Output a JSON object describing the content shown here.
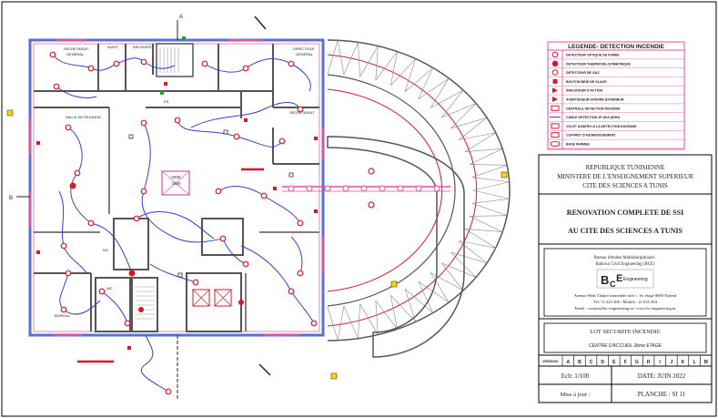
{
  "room_labels": {
    "secretariat_general": [
      "SECRETARIAT",
      "GENERAL"
    ],
    "audit": "AUDIT",
    "archives": "ARCHIVES",
    "directeur_general": [
      "DIRECTEUR",
      "GENERAL"
    ],
    "secretariat": "SECRETARIAT",
    "salle_de_reunion": "SALLE DE REUNION",
    "vide_sur": [
      "VIDE",
      "SUR"
    ],
    "bureau": "BUREAU",
    "section_a": "A",
    "section_b": "B",
    "wc": "WC",
    "es": "ES",
    "no": "NO"
  },
  "legend": {
    "title": "LEGENDE- DETECTION INCENDIE",
    "items": [
      {
        "label": "DETECTEUR OPTIQUE DE FUMEE",
        "icon": "optical-smoke-detector-icon"
      },
      {
        "label": "DETECTEUR THERMOVELOCIMETRIQUE",
        "icon": "thermal-detector-icon"
      },
      {
        "label": "DETECTEUR DE GAZ",
        "icon": "gas-detector-icon"
      },
      {
        "label": "BOUTON BRIS DE GLACE",
        "icon": "break-glass-icon"
      },
      {
        "label": "INDICATEUR D'ACTION",
        "icon": "action-indicator-icon"
      },
      {
        "label": "AVERTISSEUR SONORE EXTERIEUR",
        "icon": "external-siren-icon"
      },
      {
        "label": "CENTRALE DETECTION INCENDIE",
        "icon": "fire-panel-icon"
      },
      {
        "label": "CABLE DETECTION 2P-8/10 (DHH)",
        "icon": "cable-line-icon"
      },
      {
        "label": "VOLET ASSERVI A LA DETECTION INCENDIE",
        "icon": "damper-icon"
      },
      {
        "label": "COFFRET D'ASSERVISSEMENT",
        "icon": "control-box-icon"
      },
      {
        "label": "BASE FERMEE",
        "icon": "closed-base-icon"
      }
    ]
  },
  "title_block": {
    "org_line1": "REPUBLIQUE TUNISIENNE",
    "org_line2": "MINISTERE DE L'ENSEIGNEMENT SUPERIEUR",
    "org_line3": "CITE DES SCIENCES A TUNIS",
    "project_line1": "RENOVATION COMPLETE DE SSI",
    "project_line2": "AU CITE DES SCIENCES A TUNIS",
    "bureau_line1": "Bureau d'études Multidisciplinaire :",
    "bureau_line2": "Bahrour Civil Engineering (BCE)",
    "logo_b": "B",
    "logo_c": "C",
    "logo_e": "E",
    "logo_text": "Engineering",
    "address": "Avenue Hedi Chaker immeuble info+, 1er étage 8000 Nabeul",
    "tel": "Tel: 72 223 306 / Mobile : 21 025 494",
    "email": "Email : contact@bc-engineering.tn / www.bc-engineering.tn",
    "lot": "LOT SECURITE INCENDIE",
    "phase": "CENTRE D'ACCUEIL 2ème ETAGE",
    "version_label": "VERSION",
    "versions": [
      "A",
      "B",
      "C",
      "D",
      "E",
      "F",
      "G",
      "H",
      "I",
      "J",
      "K",
      "L",
      "M"
    ],
    "scale": "Ech: 1/100",
    "date": "DATE: JUIN 2022",
    "update_label": "Mise à jour :",
    "sheet": "PLANCHE : SI 11"
  },
  "colors": {
    "wall": "#555555",
    "outer_wall": "#5a6fd6",
    "pink": "#e0529c",
    "red": "#d8182a",
    "cable": "#3a3ad0",
    "green": "#2aa02a"
  }
}
